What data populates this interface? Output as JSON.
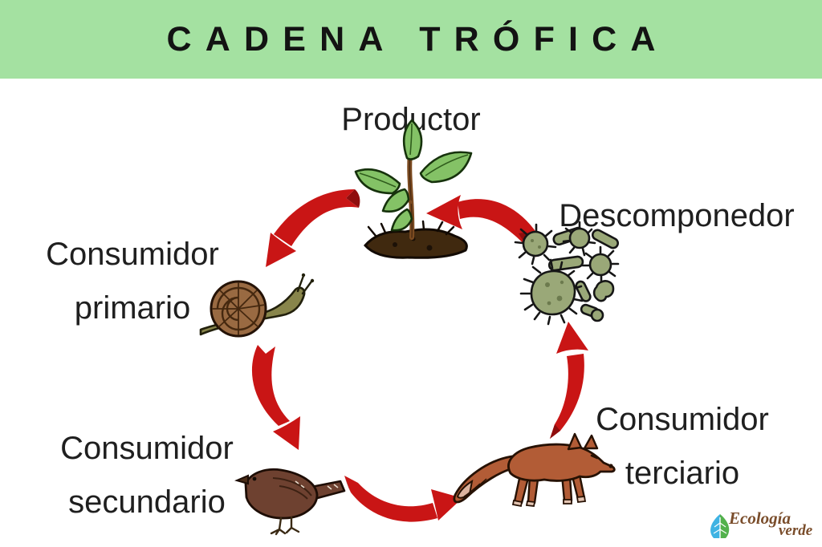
{
  "header": {
    "title": "CADENA TRÓFICA"
  },
  "diagram": {
    "type": "cycle",
    "nodes": {
      "productor": {
        "label": "Productor",
        "organism_icon": "seedling-plant-icon"
      },
      "consumidor_primario": {
        "line1": "Consumidor",
        "line2": "primario",
        "organism_icon": "snail-icon"
      },
      "consumidor_secundario": {
        "line1": "Consumidor",
        "line2": "secundario",
        "organism_icon": "bird-icon"
      },
      "consumidor_terciario": {
        "line1": "Consumidor",
        "line2": "terciario",
        "organism_icon": "fox-icon"
      },
      "descomponedor": {
        "label": "Descomponedor",
        "organism_icon": "microbes-icon"
      }
    },
    "arrows": [
      {
        "from": "descomponedor",
        "to": "productor"
      },
      {
        "from": "productor",
        "to": "consumidor_primario"
      },
      {
        "from": "consumidor_primario",
        "to": "consumidor_secundario"
      },
      {
        "from": "consumidor_secundario",
        "to": "consumidor_terciario"
      },
      {
        "from": "consumidor_terciario",
        "to": "descomponedor"
      }
    ]
  },
  "colors": {
    "header_bg": "#a4e1a1",
    "arrow_red": "#c91515",
    "arrow_dark_red": "#8f0d0d",
    "text": "#1f1f1f",
    "logo_text": "#7a4d2b",
    "logo_leaf_blue": "#3fb3e3",
    "logo_leaf_green": "#53b14c"
  },
  "logo": {
    "brand_word1": "Ecología",
    "brand_word2": "verde"
  }
}
